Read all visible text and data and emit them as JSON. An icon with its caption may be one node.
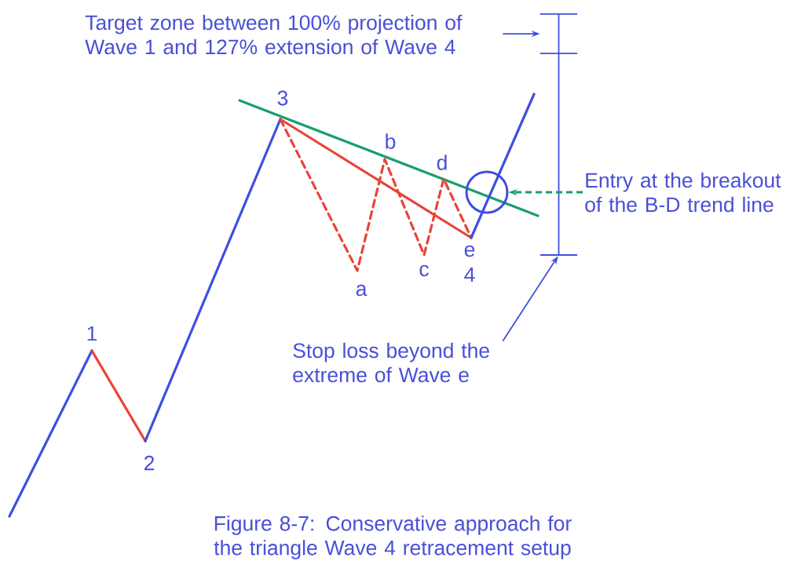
{
  "diagram": {
    "caption": "Figure 8-7: Conservative approach for the triangle Wave 4 retracement setup",
    "nodes": [
      {
        "text": [
          "Target zone between 100% projection of Wave 1 and 127% extension of Wave 4"
        ]
      },
      {
        "text": [
          "Entry at the breakout of the B-D trend line"
        ]
      },
      {
        "text": [],
        "shape": "circle"
      },
      {
        "text": [
          "Stop loss beyond the extreme of Wave e"
        ]
      },
      {
        "text": [],
        "shape": "bar"
      },
      {
        "text": [],
        "shape": "bar"
      }
    ],
    "edges": [
      {
        "from": 0,
        "to": 4,
        "arrow": "to"
      },
      {
        "from": 1,
        "to": 2,
        "arrow": "to",
        "style": "dashed",
        "color": "#1a9e6e"
      },
      {
        "from": 3,
        "to": 5,
        "arrow": "to"
      }
    ],
    "labels": [
      "3",
      "b",
      "d",
      "a",
      "c",
      "e",
      "4",
      "1",
      "2"
    ]
  }
}
